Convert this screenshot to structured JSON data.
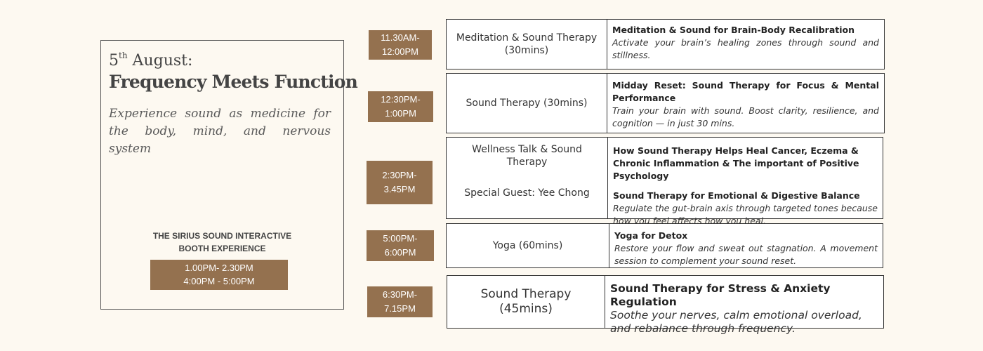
{
  "left": {
    "date_num": "5",
    "date_suffix": "th",
    "date_text": " August:",
    "title": "Frequency Meets Function",
    "tagline": "Experience sound as medicine for the body, mind, and nervous system",
    "booth_line1": "THE SIRIUS SOUND INTERACTIVE",
    "booth_line2": "BOOTH EXPERIENCE",
    "booth_time1": "1.00PM- 2.30PM",
    "booth_time2": "4:00PM - 5:00PM"
  },
  "sessions": [
    {
      "time1": "11.30AM-",
      "time2": "12:00PM",
      "left1": "Meditation & Sound Therapy",
      "left2": "(30mins)",
      "heading": "Meditation & Sound for Brain-Body Recalibration",
      "desc": "Activate your brain’s healing zones through sound and stillness."
    },
    {
      "time1": "12:30PM-",
      "time2": "1:00PM",
      "left1": "Sound Therapy (30mins)",
      "heading": "Midday Reset: Sound Therapy for Focus & Mental Performance",
      "desc": "Train your brain with sound. Boost clarity, resilience, and cognition — in just 30 mins."
    },
    {
      "time1": "2:30PM-",
      "time2": "3.45PM",
      "left1": "Wellness Talk & Sound Therapy",
      "left2": "Special Guest: Yee Chong",
      "heading": "How Sound Therapy Helps Heal Cancer, Eczema & Chronic Inflammation & The important of Positive Psychology",
      "heading2": "Sound Therapy for Emotional & Digestive Balance",
      "desc": "Regulate the gut-brain axis through targeted tones because how you feel affects how you heal."
    },
    {
      "time1": "5:00PM-",
      "time2": "6:00PM",
      "left1": "Yoga (60mins)",
      "heading": "Yoga for Detox",
      "desc": "Restore your flow and sweat out stagnation. A movement session to complement your sound reset."
    },
    {
      "time1": "6:30PM-",
      "time2": "7.15PM",
      "left1": "Sound Therapy",
      "left2": "(45mins)",
      "heading": "Sound Therapy for Stress & Anxiety Regulation",
      "desc": "Soothe your nerves, calm emotional overload, and rebalance through frequency."
    }
  ],
  "colors": {
    "accent": "#94714f",
    "background": "#fdf9f1"
  }
}
